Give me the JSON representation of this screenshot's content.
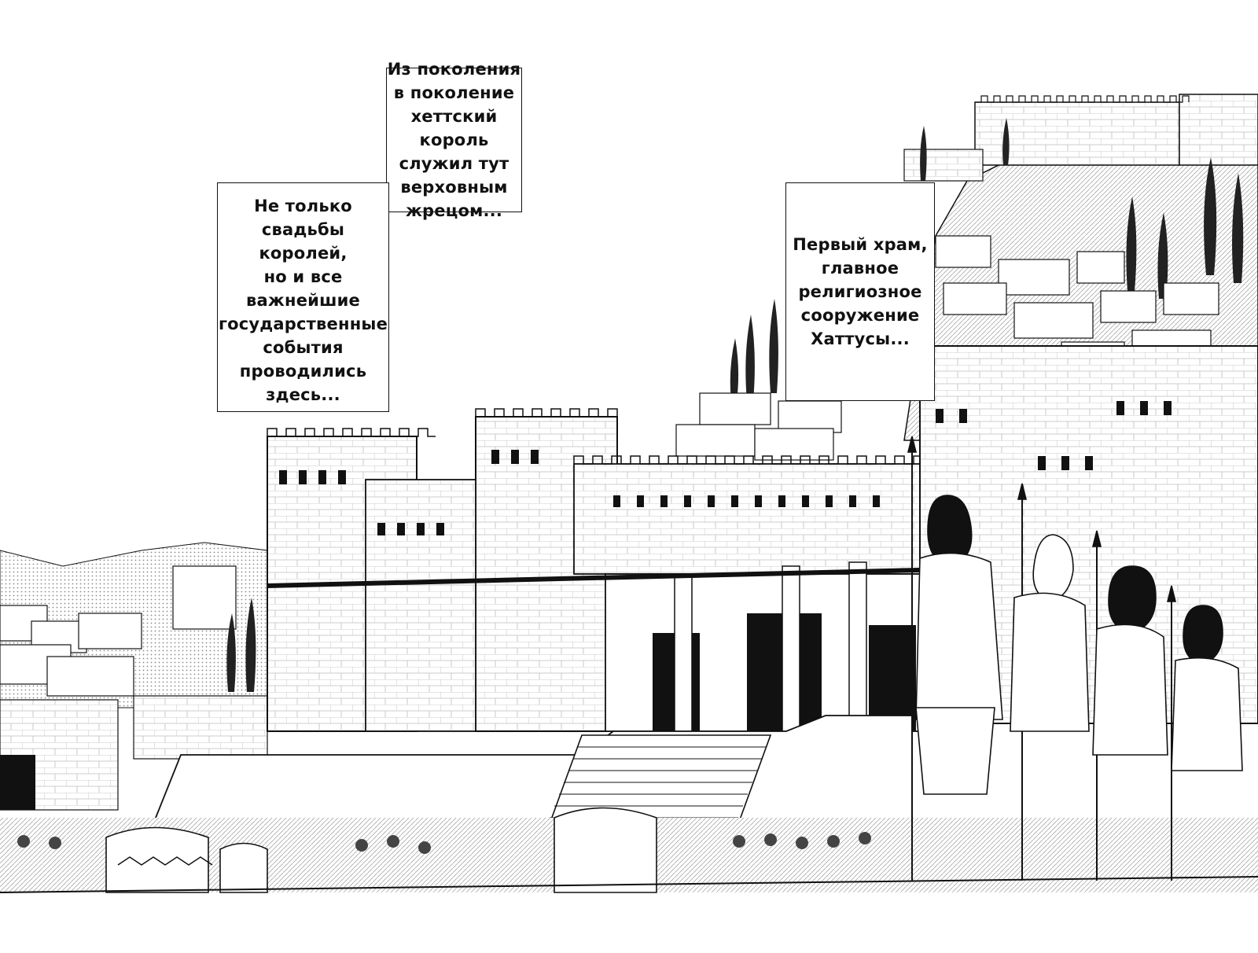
{
  "captions": {
    "top": "Из поколения\nв поколение\nхеттский король\nслужил тут\nверховным\nжрецом...",
    "left": "Не только\nсвадьбы королей,\nно и все\nважнейшие\nгосударственные\nсобытия\nпроводились\nздесь...",
    "right": "Первый храм,\nглавное\nрелигиозное\nсооружение\nХаттусы..."
  },
  "colors": {
    "ink": "#111111",
    "paper": "#ffffff",
    "shade": "#9a9a9a"
  }
}
